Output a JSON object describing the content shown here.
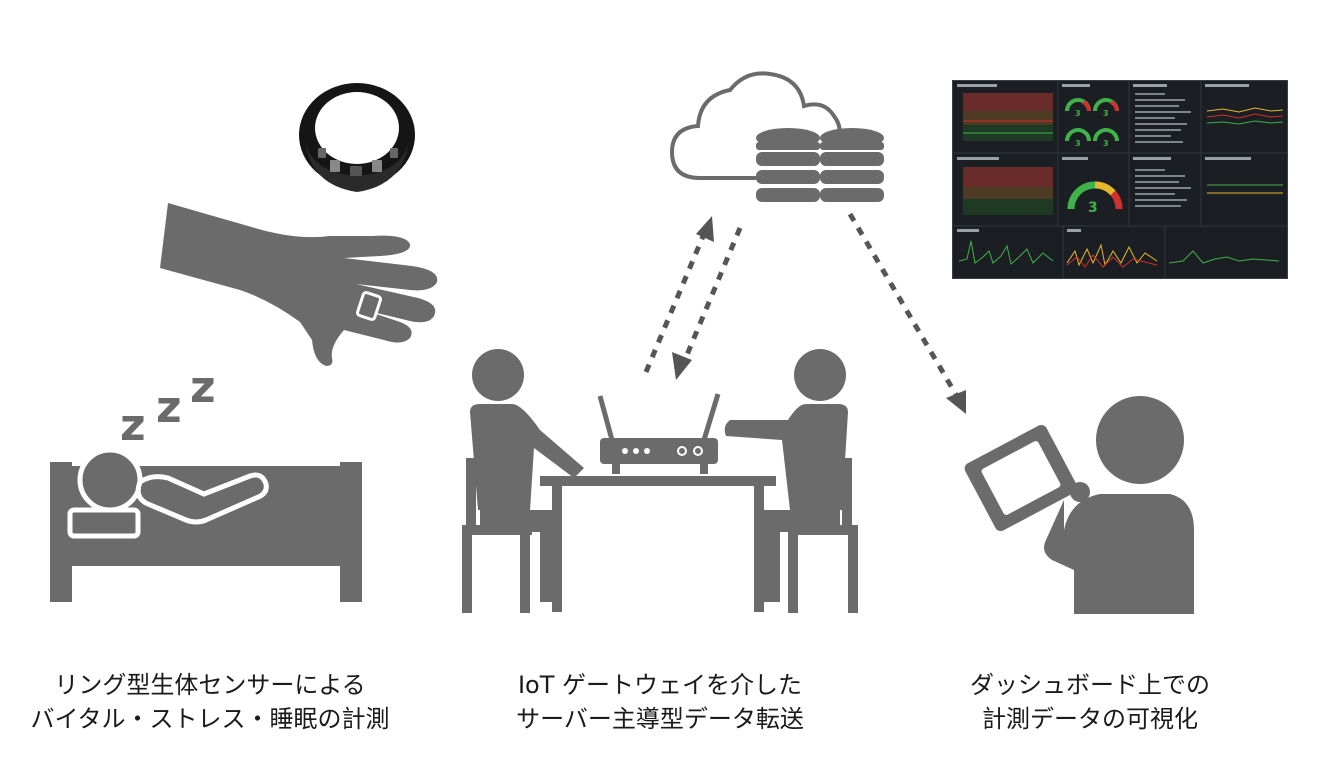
{
  "captions": {
    "left": [
      "リング型生体センサーによる",
      "バイタル・ストレス・睡眠の計測"
    ],
    "middle": [
      "IoT ゲートウェイを介した",
      "サーバー主導型データ転送"
    ],
    "right": [
      "ダッシュボード上での",
      "計測データの可視化"
    ]
  },
  "sleep_glyphs": [
    "z",
    "z",
    "z"
  ],
  "dashboard": {
    "gauge_value": "3",
    "small_gauge_values": [
      "3",
      "3",
      "3",
      "3"
    ]
  },
  "colors": {
    "icon_gray": "#6b6b6b",
    "dashboard_bg": "#1b1e22",
    "gauge_green": "#3fb24a",
    "gauge_red": "#d0302f",
    "gauge_yellow": "#e5b92e"
  }
}
